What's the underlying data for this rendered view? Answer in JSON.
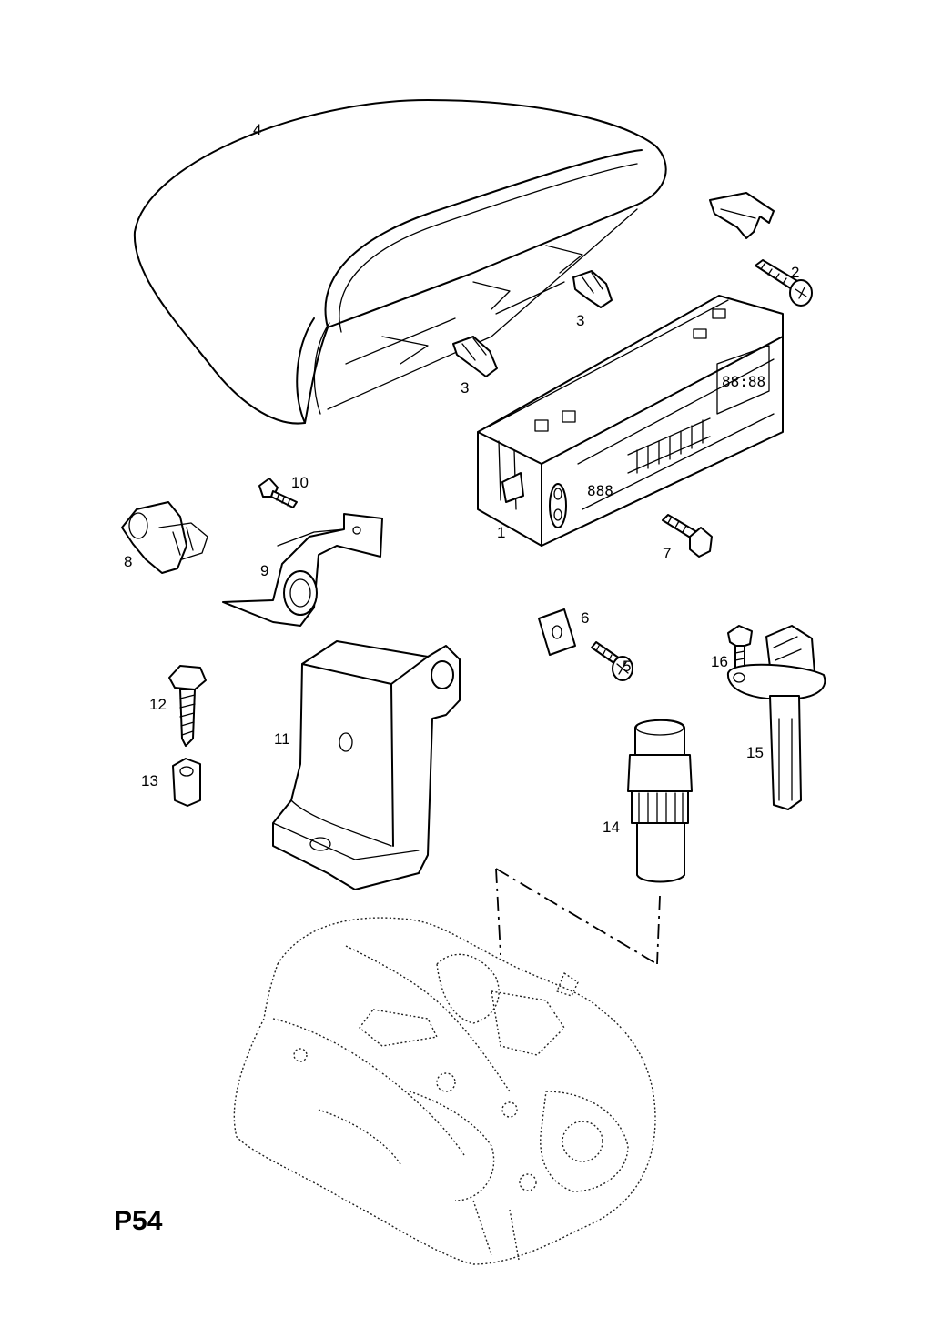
{
  "page": {
    "code": "P54"
  },
  "callouts": {
    "c1": "1",
    "c2": "2",
    "c3a": "3",
    "c3b": "3",
    "c4": "4",
    "c5": "5",
    "c6": "6",
    "c7": "7",
    "c8": "8",
    "c9": "9",
    "c10": "10",
    "c11": "11",
    "c12": "12",
    "c13": "13",
    "c14": "14",
    "c15": "15",
    "c16": "16"
  },
  "display": {
    "clock": "88:88",
    "left_digits": "888"
  }
}
